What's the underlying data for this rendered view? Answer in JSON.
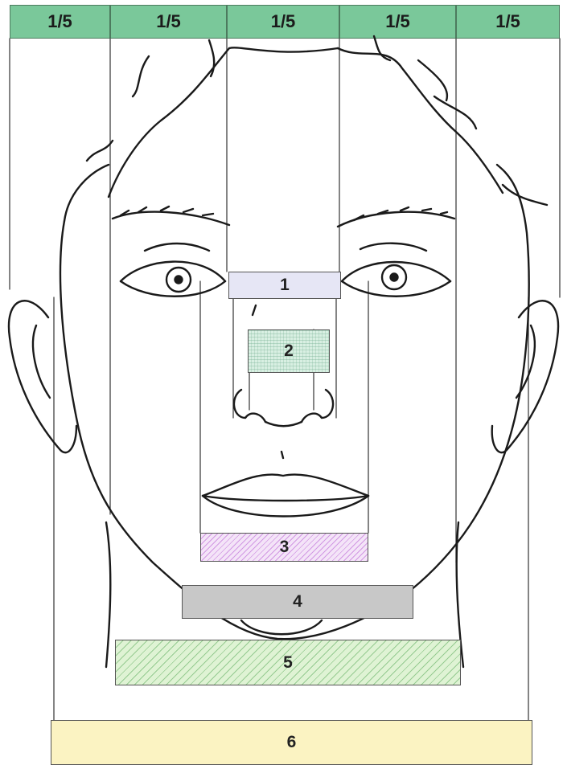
{
  "header": {
    "segments": [
      "1/5",
      "1/5",
      "1/5",
      "1/5",
      "1/5"
    ],
    "color": "#7ac89a"
  },
  "regions": [
    {
      "label": "1",
      "color": "#e6e6f5"
    },
    {
      "label": "2",
      "color": "#d8efe2"
    },
    {
      "label": "3",
      "color": "#f4e4f8"
    },
    {
      "label": "4",
      "color": "#c8c8c8"
    },
    {
      "label": "5",
      "color": "#dff3d4"
    },
    {
      "label": "6",
      "color": "#fbf3c2"
    }
  ]
}
